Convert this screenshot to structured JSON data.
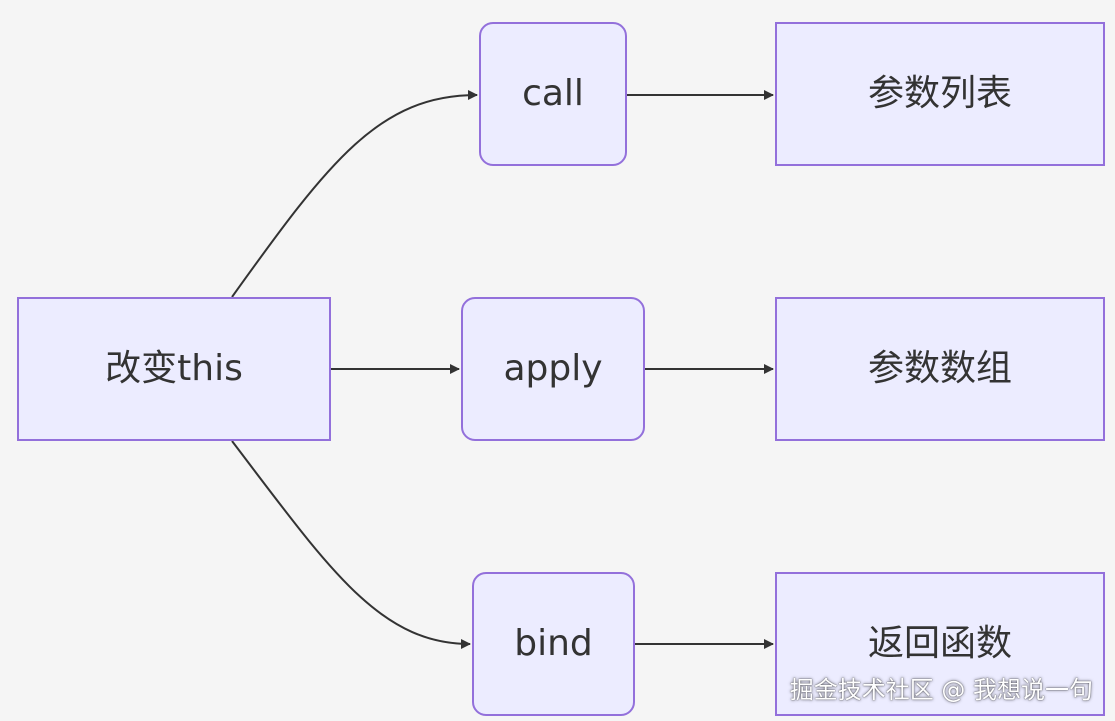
{
  "diagram": {
    "nodes": {
      "root": "改变this",
      "call": "call",
      "apply": "apply",
      "bind": "bind",
      "call_result": "参数列表",
      "apply_result": "参数数组",
      "bind_result": "返回函数"
    },
    "edges": [
      {
        "from": "root",
        "to": "call"
      },
      {
        "from": "root",
        "to": "apply"
      },
      {
        "from": "root",
        "to": "bind"
      },
      {
        "from": "call",
        "to": "call_result"
      },
      {
        "from": "apply",
        "to": "apply_result"
      },
      {
        "from": "bind",
        "to": "bind_result"
      }
    ],
    "colors": {
      "node_fill": "#ececff",
      "node_border": "#9370db",
      "edge": "#333333",
      "background": "#f5f5f5"
    }
  },
  "watermark": "掘金技术社区 @ 我想说一句"
}
